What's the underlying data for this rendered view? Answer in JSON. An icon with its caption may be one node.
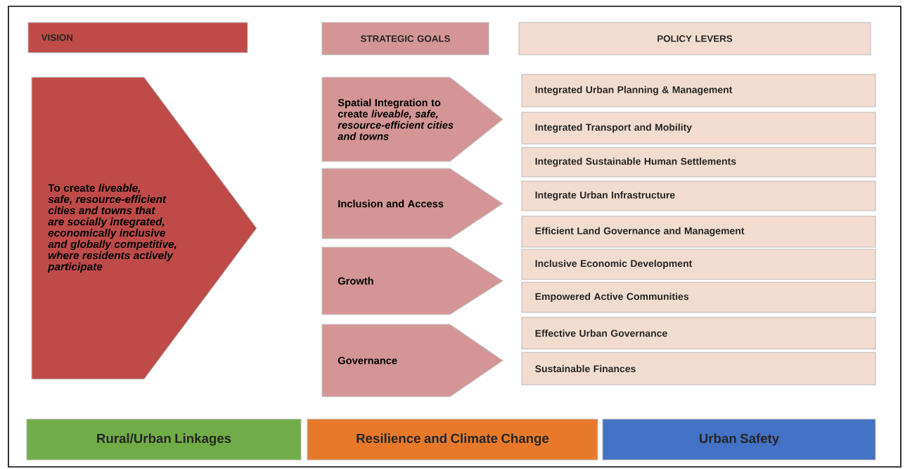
{
  "diagram": {
    "nodes": [
      {
        "text": [
          "VISION"
        ]
      },
      {
        "text": [
          "STRATEGIC GOALS"
        ]
      },
      {
        "text": [
          "POLICY LEVERS"
        ]
      },
      {
        "text": [
          "To create *liveable, safe, resource-efficient cities and towns that are socially integrated, economically inclusive and globally competitive, where residents actively participate*"
        ]
      },
      {
        "text": [
          "Spatial Integration to create *liveable, safe, resource-efficient cities and towns*"
        ]
      },
      {
        "text": [
          "Inclusion and Access"
        ]
      },
      {
        "text": [
          "Growth"
        ]
      },
      {
        "text": [
          "Governance"
        ]
      },
      {
        "text": [
          "Integrated Urban Planning & Management"
        ]
      },
      {
        "text": [
          "Integrated Transport and Mobility"
        ]
      },
      {
        "text": [
          "Integrated Sustainable Human Settlements"
        ]
      },
      {
        "text": [
          "Integrate Urban Infrastructure"
        ]
      },
      {
        "text": [
          "Efficient Land Governance and Management"
        ]
      },
      {
        "text": [
          "Inclusive Economic Development"
        ]
      },
      {
        "text": [
          "Empowered Active Communities"
        ]
      },
      {
        "text": [
          "Effective Urban Governance"
        ]
      },
      {
        "text": [
          "Sustainable Finances"
        ]
      },
      {
        "text": [
          "Rural/Urban Linkages"
        ]
      },
      {
        "text": [
          "Resilience and Climate Change"
        ]
      },
      {
        "text": [
          "Urban Safety"
        ]
      }
    ]
  }
}
